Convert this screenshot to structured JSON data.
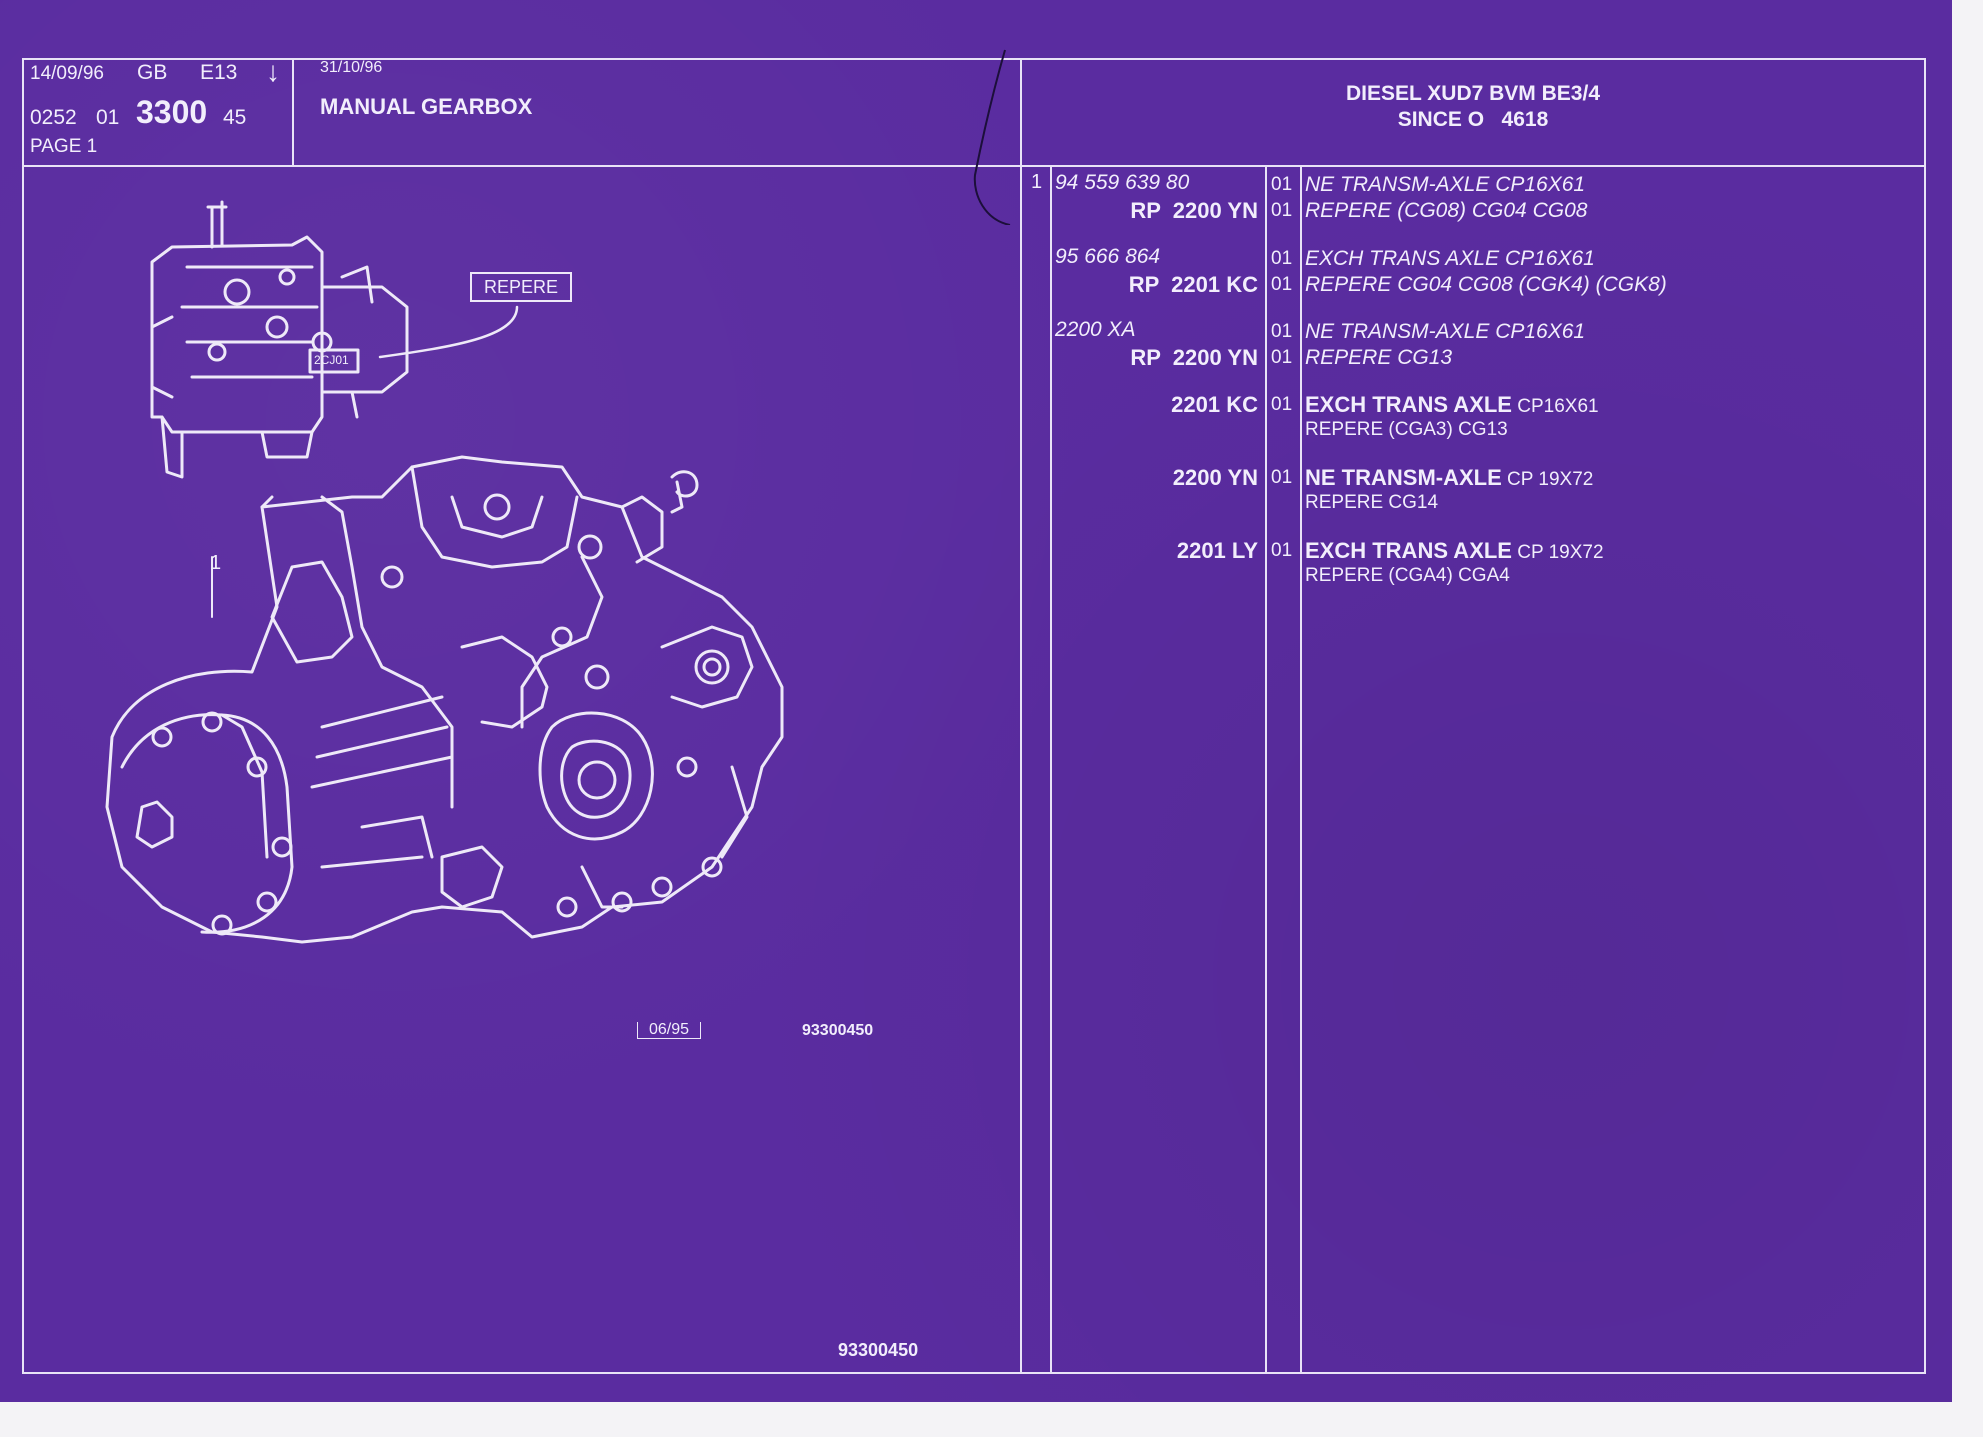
{
  "header": {
    "date1": "14/09/96",
    "lang": "GB",
    "edition": "E13",
    "arrow": "↓",
    "code_a": "0252",
    "code_b": "01",
    "code_main": "3300",
    "code_c": "45",
    "page": "PAGE 1",
    "date2": "31/10/96",
    "section_title": "MANUAL GEARBOX",
    "engine_line1": "DIESEL XUD7 BVM BE3/4",
    "engine_line2": "SINCE O   4618"
  },
  "illustration": {
    "repere_label": "REPERE",
    "plate_label": "2CJ01",
    "callout_number": "1",
    "date_box": "06/95",
    "figure_ref": "93300450",
    "footer_ref": "93300450"
  },
  "parts": {
    "item_number": "1",
    "rows": [
      {
        "ref": "94 559 639 80",
        "qty": "01",
        "desc": "NE TRANSM-AXLE CP16X61"
      },
      {
        "ref": "RP  2200 YN",
        "qty": "01",
        "desc": "REPERE (CG08) CG04 CG08"
      },
      {
        "ref": "95 666 864",
        "qty": "01",
        "desc": "EXCH TRANS AXLE CP16X61"
      },
      {
        "ref": "RP  2201 KC",
        "qty": "01",
        "desc": "REPERE CG04 CG08 (CGK4) (CGK8)"
      },
      {
        "ref": "2200 XA",
        "qty": "01",
        "desc": "NE TRANSM-AXLE CP16X61"
      },
      {
        "ref": "RP  2200 YN",
        "qty": "01",
        "desc": "REPERE CG13"
      },
      {
        "ref": "2201 KC",
        "qty": "01",
        "desc_bold": "EXCH TRANS AXLE",
        "desc_rest": " CP16X61",
        "desc2": "REPERE (CGA3) CG13"
      },
      {
        "ref": "2200 YN",
        "qty": "01",
        "desc_bold": "NE TRANSM-AXLE",
        "desc_rest": " CP 19X72",
        "desc2": "REPERE CG14"
      },
      {
        "ref": "2201 LY",
        "qty": "01",
        "desc_bold": "EXCH TRANS AXLE",
        "desc_rest": " CP 19X72",
        "desc2": "REPERE (CGA4) CGA4"
      }
    ]
  },
  "colors": {
    "background": "#5a2ca0",
    "ink": "#f2eefc"
  }
}
